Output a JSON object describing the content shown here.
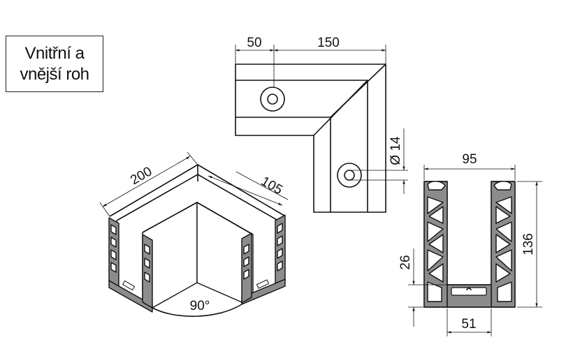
{
  "title": {
    "line1": "Vnitřní a",
    "line2": "vnější roh"
  },
  "top_view": {
    "dim_short": "50",
    "dim_long": "150",
    "dim_hole": "Ø 14"
  },
  "iso_view": {
    "dim_length": "200",
    "dim_depth": "105",
    "angle": "90°"
  },
  "section_view": {
    "dim_width": "95",
    "dim_height": "136",
    "dim_bottom": "51",
    "dim_inner": "26"
  },
  "colors": {
    "line": "#111111",
    "hatch_fill": "#8c8c8c",
    "background": "#ffffff"
  }
}
